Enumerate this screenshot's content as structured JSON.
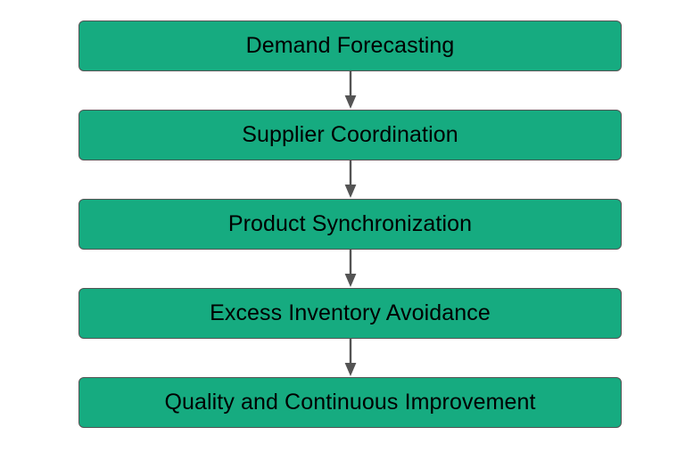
{
  "diagram": {
    "type": "vertical-flowchart",
    "background_color": "#ffffff",
    "node_fill_color": "#16ab80",
    "node_border_color": "#545454",
    "node_text_color": "#000000",
    "arrow_color": "#545454",
    "nodes": [
      {
        "id": "node-1",
        "label": "Demand Forecasting"
      },
      {
        "id": "node-2",
        "label": "Supplier Coordination"
      },
      {
        "id": "node-3",
        "label": "Product Synchronization"
      },
      {
        "id": "node-4",
        "label": "Excess Inventory Avoidance"
      },
      {
        "id": "node-5",
        "label": "Quality and Continuous Improvement"
      }
    ],
    "connectors": [
      {
        "from": "node-1",
        "to": "node-2",
        "direction": "down"
      },
      {
        "from": "node-2",
        "to": "node-3",
        "direction": "down"
      },
      {
        "from": "node-3",
        "to": "node-4",
        "direction": "down"
      },
      {
        "from": "node-4",
        "to": "node-5",
        "direction": "down"
      }
    ]
  }
}
